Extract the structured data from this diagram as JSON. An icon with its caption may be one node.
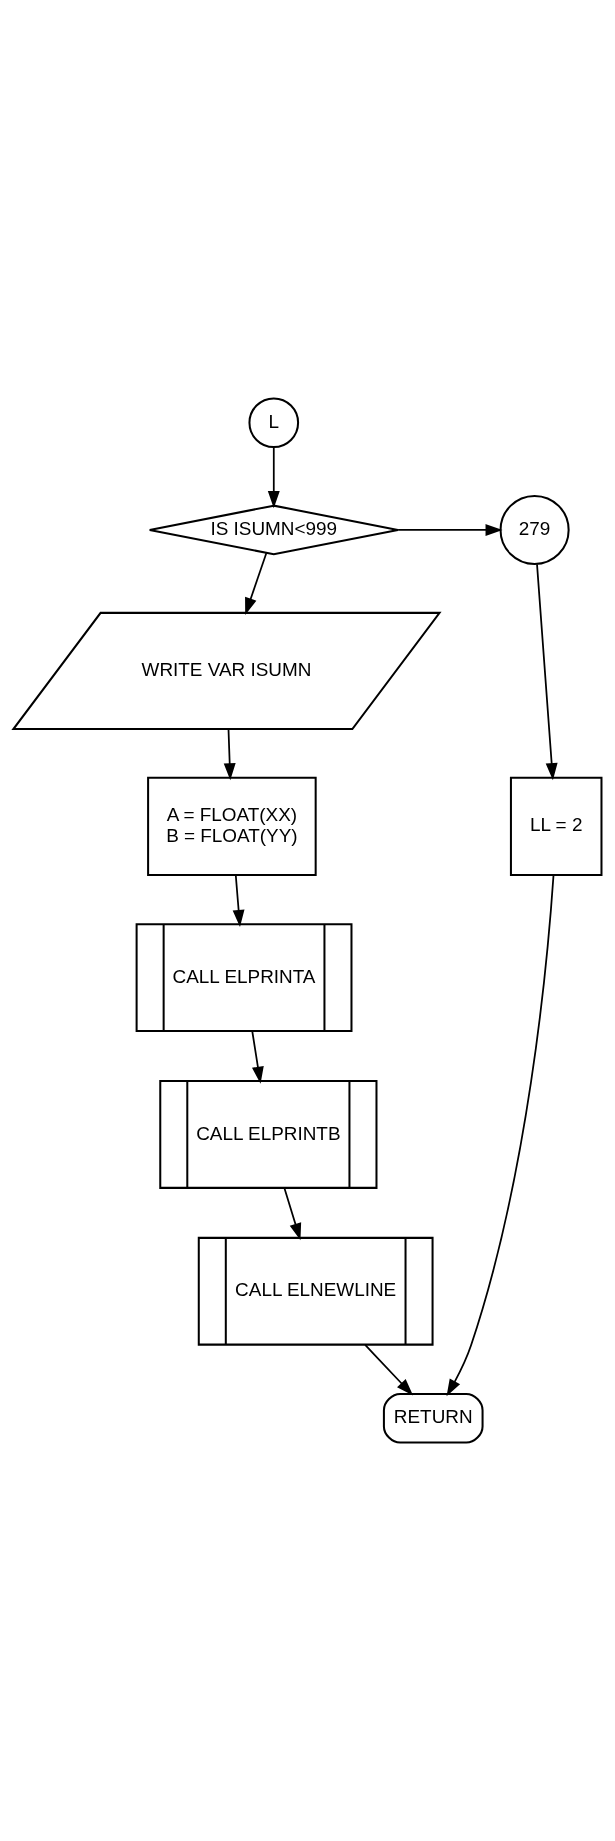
{
  "diagram": {
    "nodes": [
      {
        "text": [
          "L"
        ]
      },
      {
        "text": [
          "IS ISUMN<999"
        ]
      },
      {
        "text": [
          "279"
        ]
      },
      {
        "text": [
          "WRITE VAR ISUMN"
        ]
      },
      {
        "text": [
          "A = FLOAT(XX)",
          "B = FLOAT(YY)"
        ]
      },
      {
        "text": [
          "CALL ELPRINTA"
        ]
      },
      {
        "text": [
          "CALL ELPRINTB"
        ]
      },
      {
        "text": [
          "CALL ELNEWLINE"
        ]
      },
      {
        "text": [
          "LL = 2"
        ]
      },
      {
        "text": [
          "RETURN"
        ]
      }
    ],
    "edges": [
      {
        "from": 0,
        "to": 1,
        "arrow": "to"
      },
      {
        "from": 1,
        "to": 2,
        "arrow": "to"
      },
      {
        "from": 1,
        "to": 3,
        "arrow": "to"
      },
      {
        "from": 3,
        "to": 4,
        "arrow": "to"
      },
      {
        "from": 4,
        "to": 5,
        "arrow": "to"
      },
      {
        "from": 5,
        "to": 6,
        "arrow": "to"
      },
      {
        "from": 6,
        "to": 7,
        "arrow": "to"
      },
      {
        "from": 7,
        "to": 9,
        "arrow": "to"
      },
      {
        "from": 2,
        "to": 8,
        "arrow": "to"
      },
      {
        "from": 8,
        "to": 9,
        "arrow": "to"
      }
    ]
  }
}
